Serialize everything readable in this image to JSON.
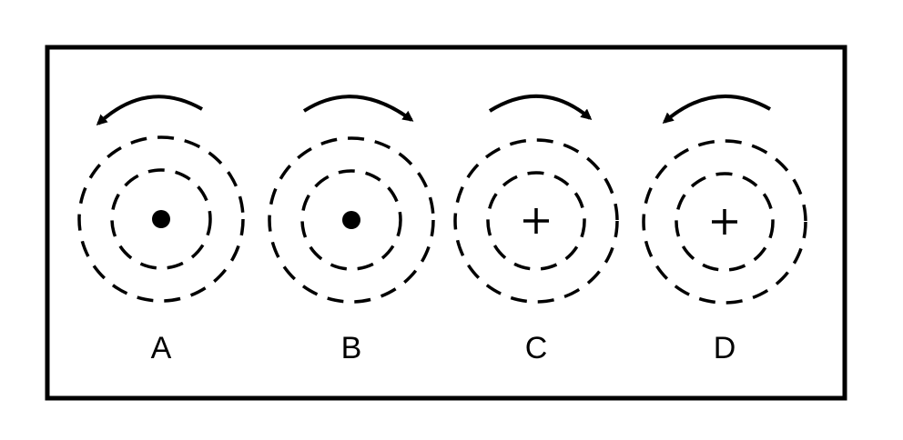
{
  "diagram": {
    "options": [
      {
        "label": "A",
        "center_symbol": "dot",
        "rotation": "counterclockwise"
      },
      {
        "label": "B",
        "center_symbol": "dot",
        "rotation": "clockwise"
      },
      {
        "label": "C",
        "center_symbol": "plus",
        "rotation": "clockwise"
      },
      {
        "label": "D",
        "center_symbol": "plus",
        "rotation": "counterclockwise"
      }
    ],
    "colors": {
      "ink": "#000000",
      "background": "#ffffff"
    }
  }
}
